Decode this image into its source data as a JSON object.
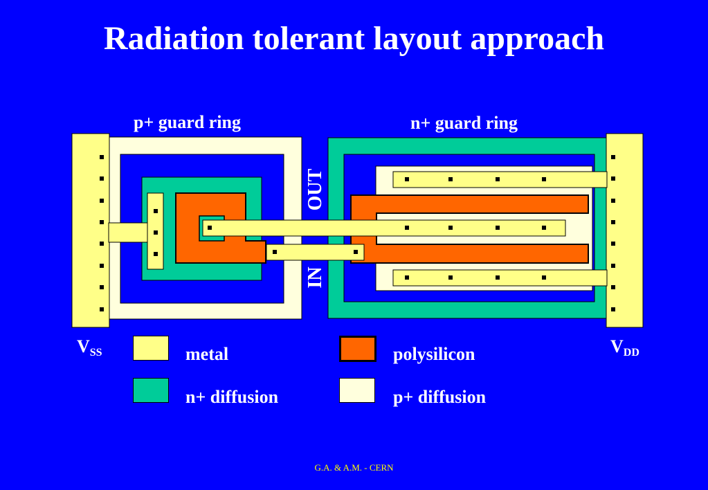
{
  "title": "Radiation tolerant layout approach",
  "labels": {
    "p_guard_ring": "p+ guard ring",
    "n_guard_ring": "n+ guard ring",
    "out": "OUT",
    "in": "IN",
    "vss_main": "V",
    "vss_sub": "SS",
    "vdd_main": "V",
    "vdd_sub": "DD"
  },
  "legend": [
    {
      "name": "metal",
      "color": "#ffff88"
    },
    {
      "name": "polysilicon",
      "color": "#ff6600"
    },
    {
      "name": "n+ diffusion",
      "color": "#00cc99"
    },
    {
      "name": "p+ diffusion",
      "color": "#ffffdd"
    }
  ],
  "colors": {
    "background": "#0000ff",
    "metal": "#ffff88",
    "polysilicon": "#ff6600",
    "n_diffusion": "#00cc99",
    "p_diffusion": "#ffffdd",
    "footer": "#ffff00"
  },
  "footer": "G.A. & A.M.  -  CERN"
}
